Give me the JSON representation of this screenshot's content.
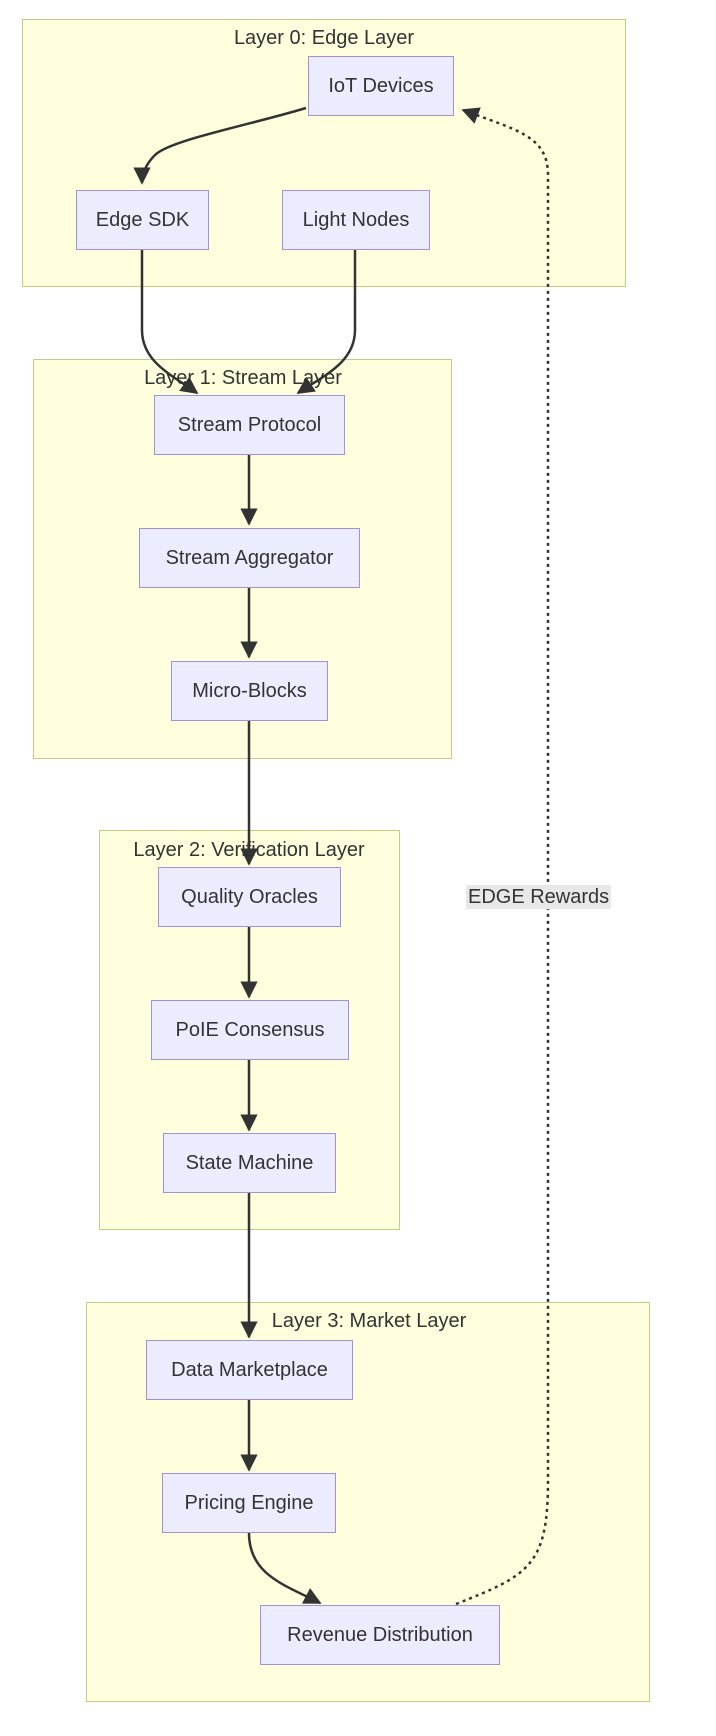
{
  "layers": {
    "edge": "Layer 0: Edge Layer",
    "stream": "Layer 1: Stream Layer",
    "verification": "Layer 2: Verification Layer",
    "market": "Layer 3: Market Layer"
  },
  "nodes": {
    "iot_devices": "IoT Devices",
    "edge_sdk": "Edge SDK",
    "light_nodes": "Light Nodes",
    "stream_protocol": "Stream Protocol",
    "stream_aggregator": "Stream Aggregator",
    "micro_blocks": "Micro-Blocks",
    "quality_oracles": "Quality Oracles",
    "poie_consensus": "PoIE Consensus",
    "state_machine": "State Machine",
    "data_marketplace": "Data Marketplace",
    "pricing_engine": "Pricing Engine",
    "revenue_distribution": "Revenue Distribution"
  },
  "edges": {
    "rewards_label": "EDGE Rewards"
  },
  "colors": {
    "layer_fill": "#ffffde",
    "layer_border": "#c6c98a",
    "node_fill": "#ececff",
    "node_border": "#a58fd6",
    "edge": "#333333"
  }
}
